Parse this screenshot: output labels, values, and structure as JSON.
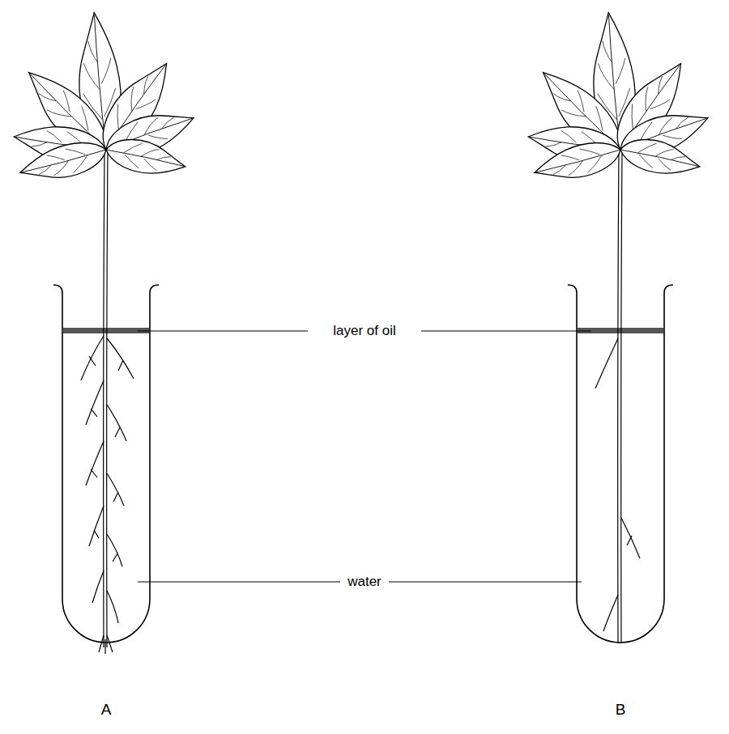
{
  "diagram": {
    "labels": [
      "layer of oil",
      "water",
      "A",
      "B"
    ]
  }
}
